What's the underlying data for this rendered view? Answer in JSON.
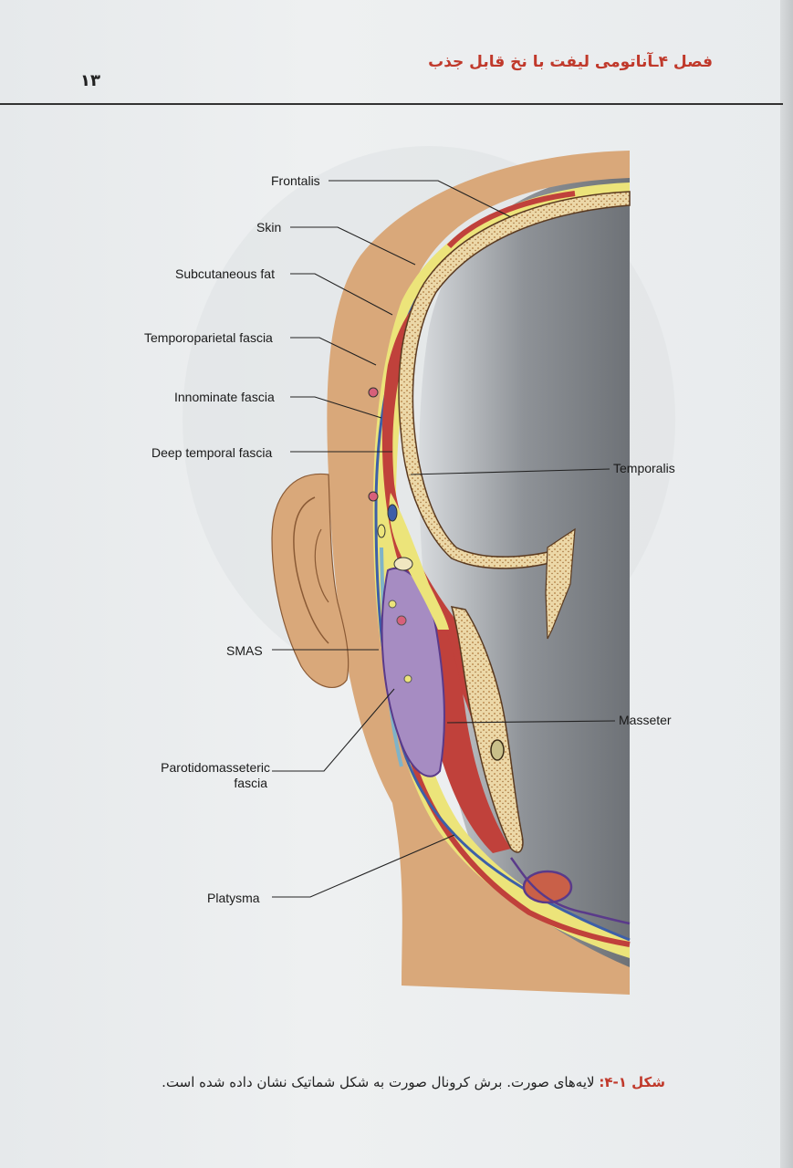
{
  "header": {
    "chapter_title": "فصل ۴ـآناتومی لیفت با نخ قابل جذب",
    "page_number": "۱۳"
  },
  "figure": {
    "labels": {
      "frontalis": "Frontalis",
      "skin": "Skin",
      "subcutaneous_fat": "Subcutaneous fat",
      "temporoparietal_fascia": "Temporoparietal fascia",
      "innominate_fascia": "Innominate fascia",
      "deep_temporal_fascia": "Deep temporal fascia",
      "temporalis": "Temporalis",
      "smas": "SMAS",
      "masseter": "Masseter",
      "parotidomasseteric_line1": "Parotidomasseteric",
      "parotidomasseteric_line2": "fascia",
      "platysma": "Platysma"
    },
    "colors": {
      "skin": "#d9a87a",
      "fat": "#ece47a",
      "fascia_blue": "#3d5fa8",
      "muscle_red": "#c0413b",
      "parotid_purple": "#a68cc2",
      "bone": "#e8cf9a",
      "cavity": "#8c9096"
    }
  },
  "caption": {
    "tag": "شکل ۱-۴:",
    "text": " لایه‌های صورت. برش کرونال صورت به شکل شماتیک نشان داده شده است."
  }
}
